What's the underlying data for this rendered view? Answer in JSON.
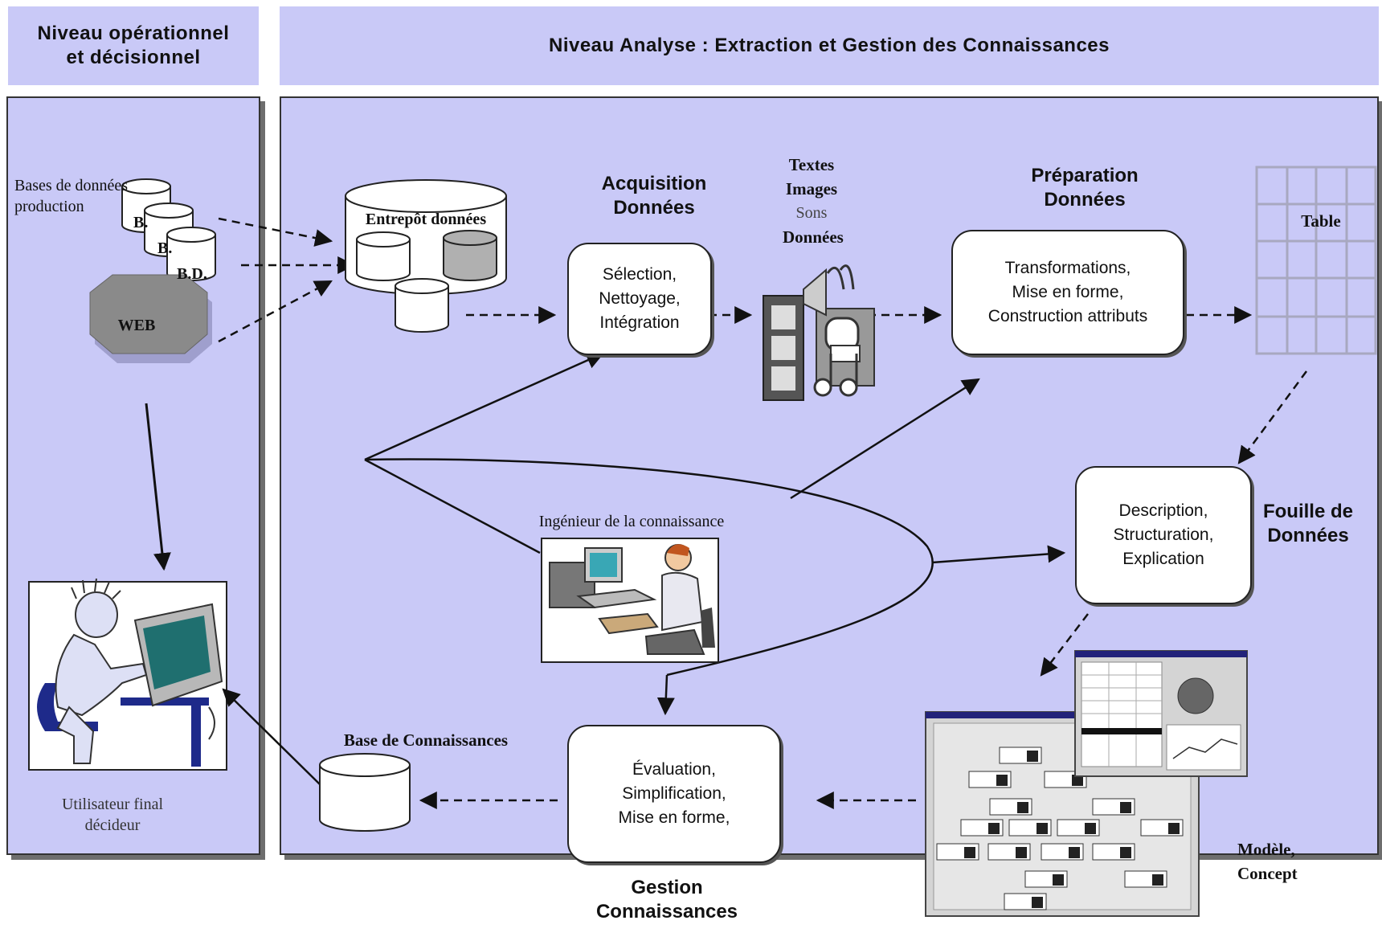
{
  "headers": {
    "left": "Niveau opérationnel\net décisionnel",
    "right": "Niveau Analyse : Extraction et Gestion des Connaissances"
  },
  "left_panel": {
    "sources_label": "Bases de données\nproduction",
    "db_label": "B.D.",
    "db_partial_1": "B.",
    "db_partial_2": "B.",
    "web_label": "WEB",
    "user_label": "Utilisateur final\ndécideur"
  },
  "warehouse": {
    "label": "Entrepôt données"
  },
  "acquisition": {
    "title": "Acquisition\nDonnées",
    "box": "Sélection,\nNettoyage,\nIntégration"
  },
  "media_types": {
    "items": [
      "Textes",
      "Images",
      "Sons",
      "Données"
    ]
  },
  "preparation": {
    "title": "Préparation\nDonnées",
    "box": "Transformations,\nMise en forme,\nConstruction attributs"
  },
  "table": {
    "label": "Table"
  },
  "mining": {
    "title": "Fouille de\nDonnées",
    "box": "Description,\nStructuration,\nExplication"
  },
  "engineer": {
    "label": "Ingénieur de la connaissance"
  },
  "knowledge_base": {
    "label": "Base de Connaissances"
  },
  "management": {
    "title": "Gestion\nConnaissances",
    "box": "Évaluation,\nSimplification,\nMise en forme,"
  },
  "model": {
    "label": "Modèle,\nConcept"
  },
  "colors": {
    "panel": "#c9c9f7",
    "header": "#c9c9f7",
    "box": "#ffffff",
    "web": "#8a8a8a"
  },
  "icons": [
    "database-icon",
    "web-octagon-icon",
    "user-computer-icon",
    "engineer-computer-icon",
    "media-icon",
    "table-grid-icon",
    "model-screenshot-icon"
  ]
}
